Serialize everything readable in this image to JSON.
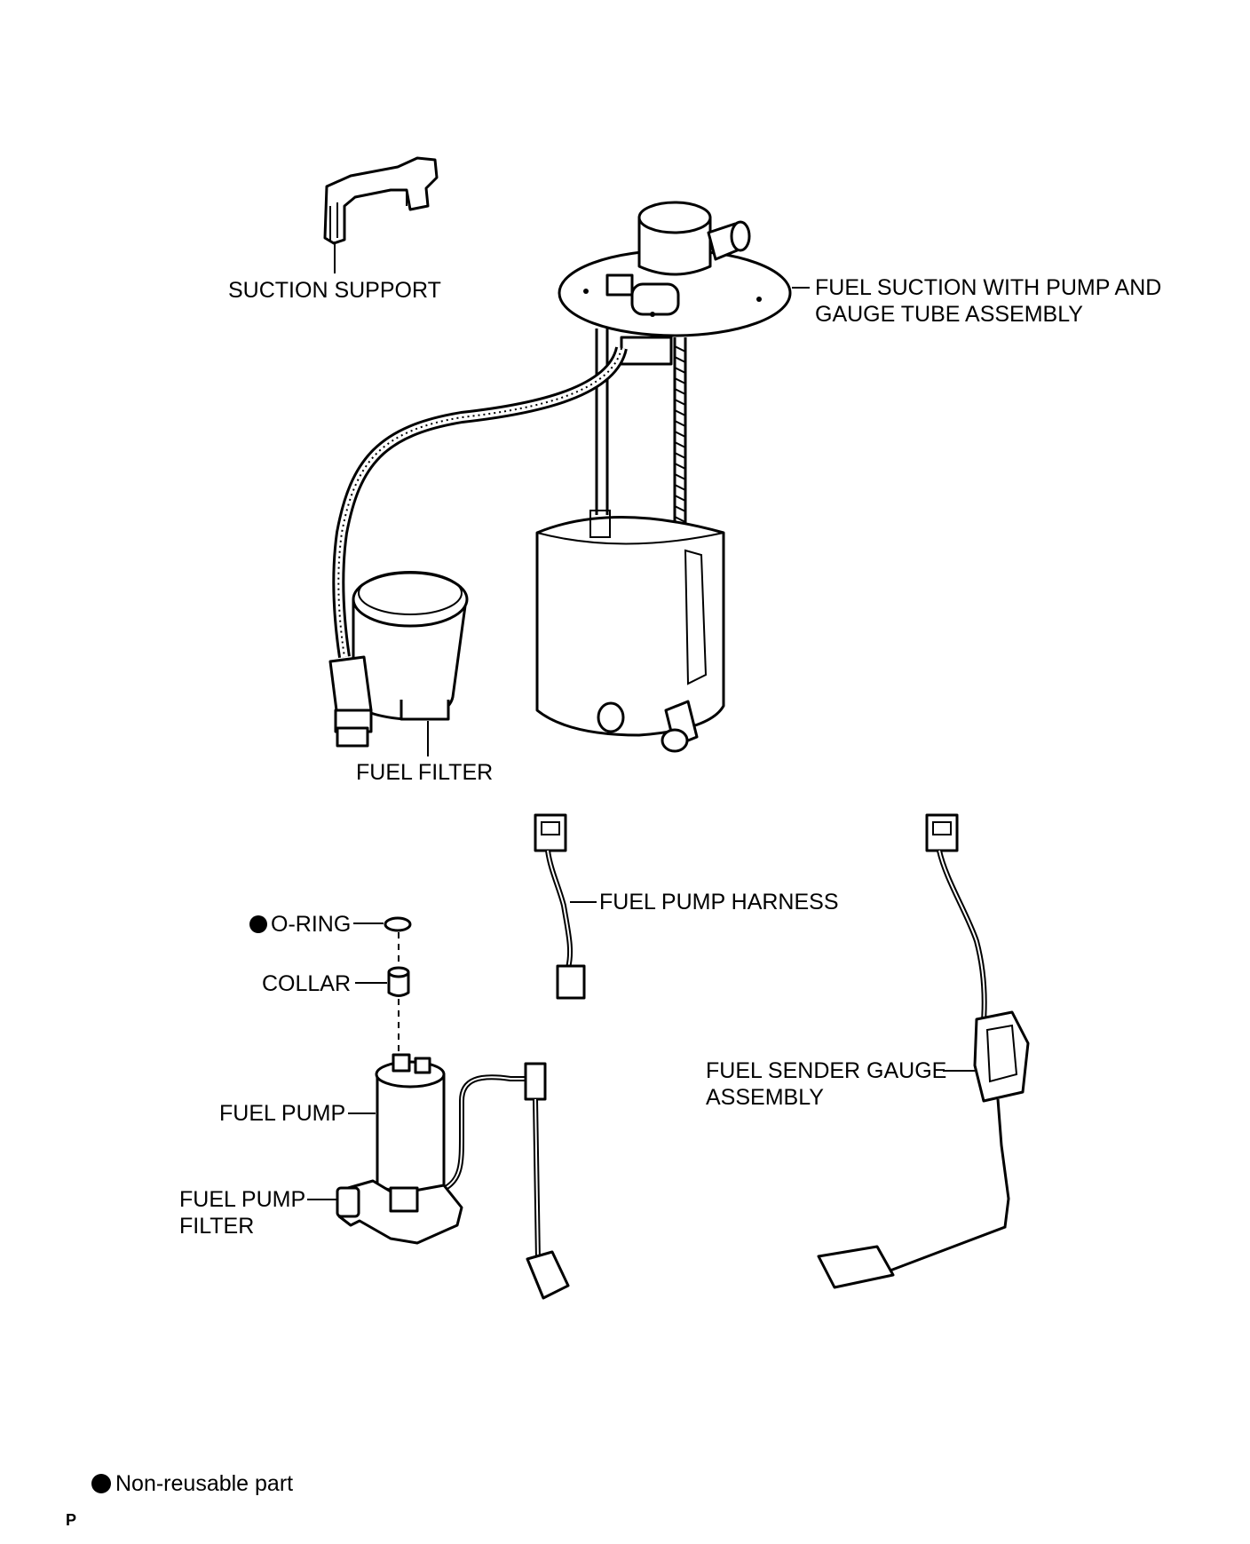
{
  "labels": {
    "suction_support": "SUCTION SUPPORT",
    "fuel_suction_line1": "FUEL SUCTION WITH PUMP AND",
    "fuel_suction_line2": "GAUGE TUBE ASSEMBLY",
    "fuel_filter": "FUEL FILTER",
    "fuel_pump_harness": "FUEL PUMP HARNESS",
    "o_ring": "O-RING",
    "collar": "COLLAR",
    "fuel_pump": "FUEL PUMP",
    "fuel_pump_filter_line1": "FUEL PUMP",
    "fuel_pump_filter_line2": "FILTER",
    "fuel_sender_line1": "FUEL SENDER GAUGE",
    "fuel_sender_line2": "ASSEMBLY"
  },
  "legend": {
    "symbol": "filled-circle",
    "text": "Non-reusable part"
  },
  "footer": {
    "code": "P"
  },
  "colors": {
    "line": "#000000",
    "background": "#ffffff"
  }
}
